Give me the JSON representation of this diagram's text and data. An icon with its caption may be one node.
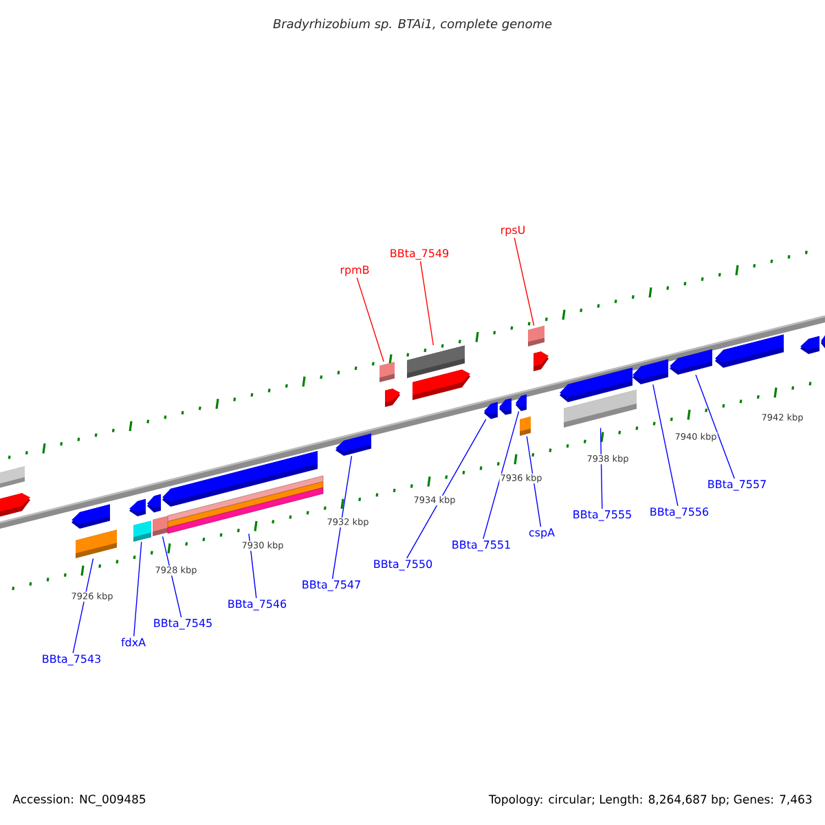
{
  "diagram": {
    "title": "Bradyrhizobium sp. BTAi1, complete genome",
    "nodes": [
      {
        "text": [
          "BBta_7543"
        ]
      },
      {
        "text": [
          "fdxA"
        ]
      },
      {
        "text": [
          "BBta_7545"
        ]
      },
      {
        "text": [
          "BBta_7546"
        ]
      },
      {
        "text": [
          "BBta_7547"
        ]
      },
      {
        "text": [
          "BBta_7550"
        ]
      },
      {
        "text": [
          "BBta_7551"
        ]
      },
      {
        "text": [
          "cspA"
        ]
      },
      {
        "text": [
          "BBta_7555"
        ]
      },
      {
        "text": [
          "BBta_7556"
        ]
      },
      {
        "text": [
          "BBta_7557"
        ]
      },
      {
        "text": [
          "rpmB"
        ]
      },
      {
        "text": [
          "BBta_7549"
        ]
      },
      {
        "text": [
          "rpsU"
        ]
      },
      {
        "text": [],
        "shape": "bar"
      },
      {
        "text": [],
        "shape": "pentagon"
      },
      {
        "text": [],
        "shape": "pentagon"
      },
      {
        "text": [],
        "shape": "bar"
      },
      {
        "text": [],
        "shape": "pentagon"
      },
      {
        "text": [],
        "shape": "pentagon"
      },
      {
        "text": [],
        "shape": "bar"
      },
      {
        "text": [],
        "shape": "bar"
      },
      {
        "text": [],
        "shape": "pentagon"
      },
      {
        "text": [],
        "shape": "bar"
      },
      {
        "text": [],
        "shape": "pentagon"
      },
      {
        "text": [],
        "shape": "bar"
      },
      {
        "text": [],
        "shape": "pentagon"
      },
      {
        "text": [],
        "shape": "bar"
      },
      {
        "text": [],
        "shape": "pentagon"
      },
      {
        "text": [],
        "shape": "bar"
      },
      {
        "text": [],
        "shape": "pentagon"
      },
      {
        "text": [],
        "shape": "pentagon"
      },
      {
        "text": [],
        "shape": "pentagon"
      },
      {
        "text": [],
        "shape": "pentagon"
      },
      {
        "text": [],
        "shape": "bar"
      },
      {
        "text": [],
        "shape": "bar"
      },
      {
        "text": [],
        "shape": "pentagon"
      },
      {
        "text": [],
        "shape": "pentagon"
      },
      {
        "text": [],
        "shape": "pentagon"
      },
      {
        "text": [],
        "shape": "pentagon"
      },
      {
        "text": [],
        "shape": "pentagon"
      },
      {
        "text": [],
        "shape": "pentagon"
      }
    ],
    "edges": [
      {
        "from": 0,
        "to": 17,
        "arrow": "none"
      },
      {
        "from": 1,
        "to": 20,
        "arrow": "none"
      },
      {
        "from": 2,
        "to": 21,
        "arrow": "none"
      },
      {
        "from": 3,
        "to": 23,
        "arrow": "none"
      },
      {
        "from": 4,
        "to": 24,
        "arrow": "none"
      },
      {
        "from": 5,
        "to": 31,
        "arrow": "none"
      },
      {
        "from": 6,
        "to": 33,
        "arrow": "none"
      },
      {
        "from": 7,
        "to": 34,
        "arrow": "none"
      },
      {
        "from": 8,
        "to": 35,
        "arrow": "none"
      },
      {
        "from": 9,
        "to": 37,
        "arrow": "none"
      },
      {
        "from": 10,
        "to": 38,
        "arrow": "none"
      },
      {
        "from": 11,
        "to": 25,
        "arrow": "none",
        "color": "#ff0000"
      },
      {
        "from": 12,
        "to": 27,
        "arrow": "none",
        "color": "#ff0000"
      },
      {
        "from": 13,
        "to": 29,
        "arrow": "none",
        "color": "#ff0000"
      }
    ],
    "labels": [
      "7926 kbp",
      "7928 kbp",
      "7930 kbp",
      "7932 kbp",
      "7934 kbp",
      "7936 kbp",
      "7938 kbp",
      "7940 kbp",
      "7942 kbp",
      "Accession: NC_009485",
      "Topology: circular; Length: 8,264,687 bp; Genes: 7,463"
    ]
  }
}
